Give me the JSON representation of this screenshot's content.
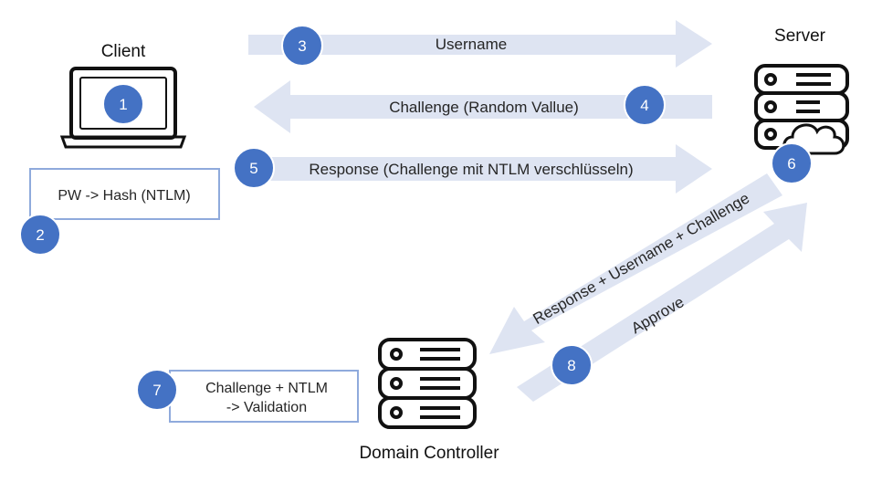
{
  "colors": {
    "arrow": "#DEE4F2",
    "badge": "#4472C4",
    "badge_ring": "#ffffff",
    "box_border": "#8FAADC",
    "icon": "#111111"
  },
  "nodes": {
    "client": {
      "label": "Client",
      "icon": "laptop-icon"
    },
    "server": {
      "label": "Server",
      "icon": "server-cloud-icon"
    },
    "domain_controller": {
      "label": "Domain Controller",
      "icon": "server-stack-icon"
    }
  },
  "notes": {
    "client_hash": "PW -> Hash (NTLM)",
    "dc_validation_line1": "Challenge + NTLM",
    "dc_validation_line2": "-> Validation"
  },
  "arrows": {
    "username": "Username",
    "challenge": "Challenge (Random Vallue)",
    "response": "Response (Challenge mit NTLM verschlüsseln)",
    "forward": "Response + Username + Challenge",
    "approve": "Approve"
  },
  "steps": [
    "1",
    "2",
    "3",
    "4",
    "5",
    "6",
    "7",
    "8"
  ]
}
